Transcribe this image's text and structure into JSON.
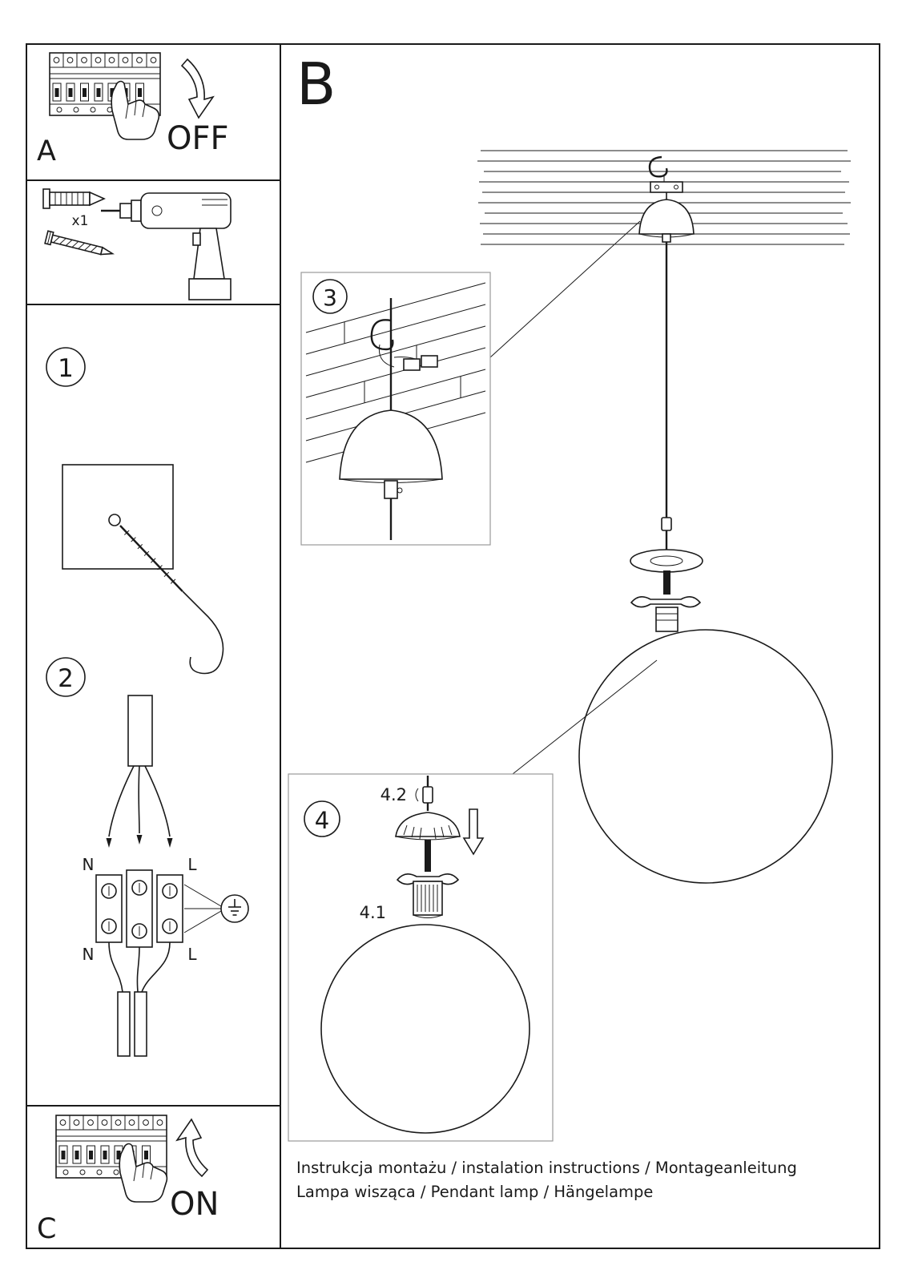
{
  "sections": {
    "a": {
      "label": "A",
      "state": "OFF"
    },
    "b": {
      "label": "B"
    },
    "c": {
      "label": "C",
      "state": "ON"
    }
  },
  "tools": {
    "anchor_count": "x1"
  },
  "steps": {
    "s1": "1",
    "s2": "2",
    "s3": "3",
    "s4": "4",
    "s41": "4.1",
    "s42": "4.2"
  },
  "wiring": {
    "n": "N",
    "l": "L"
  },
  "footer": {
    "line1": "Instrukcja montażu / instalation instructions / Montageanleitung",
    "line2": "Lampa wisząca / Pendant lamp / Hängelampe"
  },
  "colors": {
    "ink": "#1a1a1a",
    "paper": "#ffffff",
    "inset_border": "#9a9a9a"
  }
}
